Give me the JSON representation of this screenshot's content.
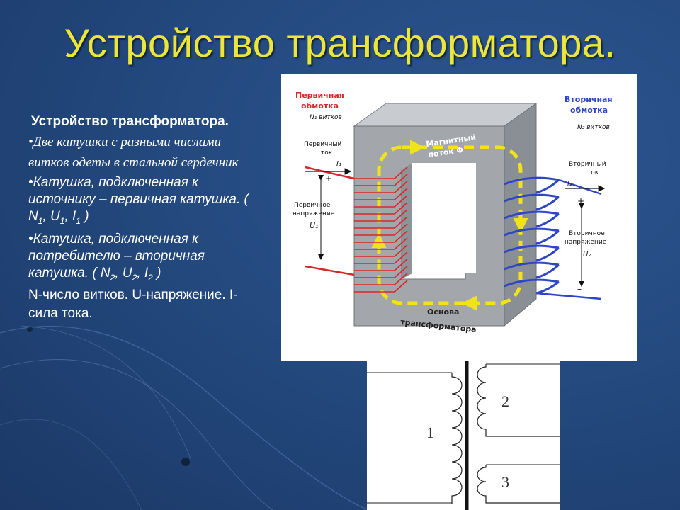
{
  "title": "Устройство трансформатора.",
  "text": {
    "heading": "Устройство трансформатора.",
    "p1": "•Две катушки с разными числами витков одеты в стальной сердечник",
    "p2_prefix": "•Катушка, подключенная к источнику – первичная катушка. ( N",
    "p2_s1": "1",
    "p2_c1": ", U",
    "p2_s2": "1",
    "p2_c2": ", I",
    "p2_s3": "1",
    "p2_end": " )",
    "p3_prefix": "•Катушка, подключенная к потребителю – вторичная катушка. ( N",
    "p3_s1": "2",
    "p3_c1": ", U",
    "p3_s2": "2",
    "p3_c2": ", I",
    "p3_s3": "2",
    "p3_end": " )",
    "p4": "N-число витков. U-напряжение.   I-сила тока."
  },
  "diagram": {
    "primary_winding_l1": "Первичная",
    "primary_winding_l2": "обмотка",
    "primary_turns": "N₁ витков",
    "secondary_winding_l1": "Вторичная",
    "secondary_winding_l2": "обмотка",
    "secondary_turns": "N₂ витков",
    "primary_current_l1": "Первичный",
    "primary_current_l2": "ток",
    "i1": "I₁",
    "primary_voltage_l1": "Первичное",
    "primary_voltage_l2": "напряжение",
    "u1": "U₁",
    "secondary_current_l1": "Вторичный",
    "secondary_current_l2": "ток",
    "i2": "I₂",
    "secondary_voltage_l1": "Вторичное",
    "secondary_voltage_l2": "напряжение",
    "u2": "U₂",
    "flux_l1": "Магнитный",
    "flux_l2": "поток",
    "phi": "Φ",
    "core_l1": "Основа",
    "core_l2": "трансформатора",
    "plus": "+",
    "minus": "–"
  },
  "schematic": {
    "label1": "1",
    "label2": "2",
    "label3": "3"
  },
  "colors": {
    "title": "#ece53a",
    "background": "#22457a",
    "primary_coil": "#d9262b",
    "secondary_coil": "#2e45c8",
    "flux": "#f2e21a",
    "core": "#9ea3a8"
  }
}
